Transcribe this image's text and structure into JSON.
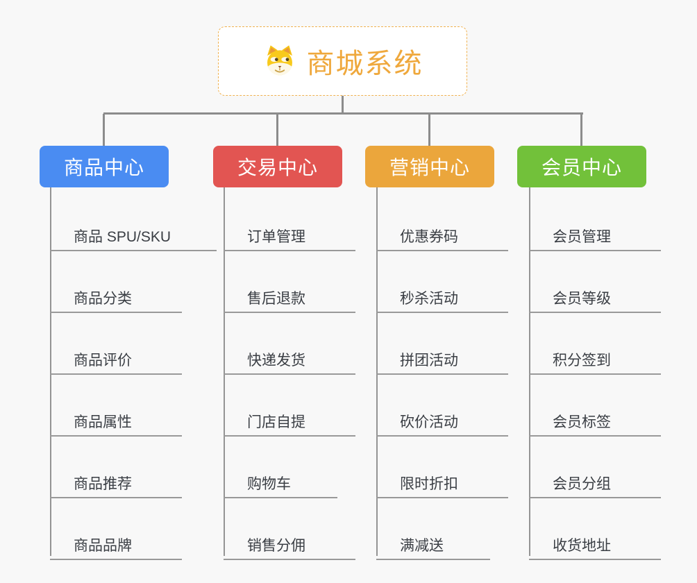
{
  "canvas": {
    "background": "#f8f8f8"
  },
  "root": {
    "label": "商城系统",
    "icon": "doge-face-icon",
    "text_color": "#efa83c",
    "border_color": "#f0b14e",
    "background": "#ffffff"
  },
  "connector_color": "#8c8c8c",
  "underline_color": "#999999",
  "leaf_text_color": "#3a3e44",
  "branches": [
    {
      "label": "商品中心",
      "color": "#4a8cf2",
      "items": [
        "商品 SPU/SKU",
        "商品分类",
        "商品评价",
        "商品属性",
        "商品推荐",
        "商品品牌"
      ]
    },
    {
      "label": "交易中心",
      "color": "#e25552",
      "items": [
        "订单管理",
        "售后退款",
        "快递发货",
        "门店自提",
        "购物车",
        "销售分佣"
      ]
    },
    {
      "label": "营销中心",
      "color": "#eba63c",
      "items": [
        "优惠券码",
        "秒杀活动",
        "拼团活动",
        "砍价活动",
        "限时折扣",
        "满减送"
      ]
    },
    {
      "label": "会员中心",
      "color": "#72c13a",
      "items": [
        "会员管理",
        "会员等级",
        "积分签到",
        "会员标签",
        "会员分组",
        "收货地址"
      ]
    }
  ]
}
